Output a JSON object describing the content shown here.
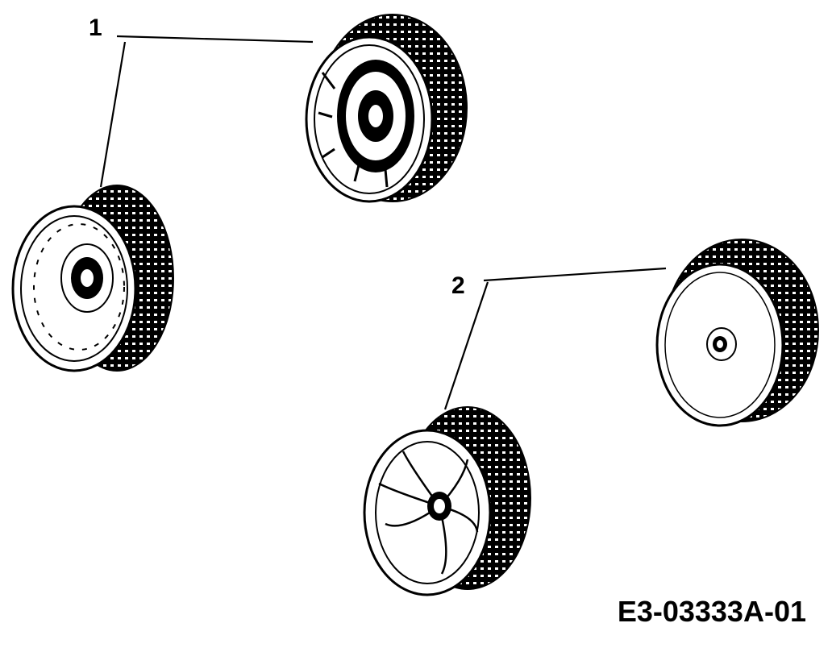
{
  "callouts": {
    "part_1": "1",
    "part_2": "2"
  },
  "drawing_code": "E3-03333A-01",
  "colors": {
    "ink": "#000000",
    "paper": "#ffffff"
  }
}
